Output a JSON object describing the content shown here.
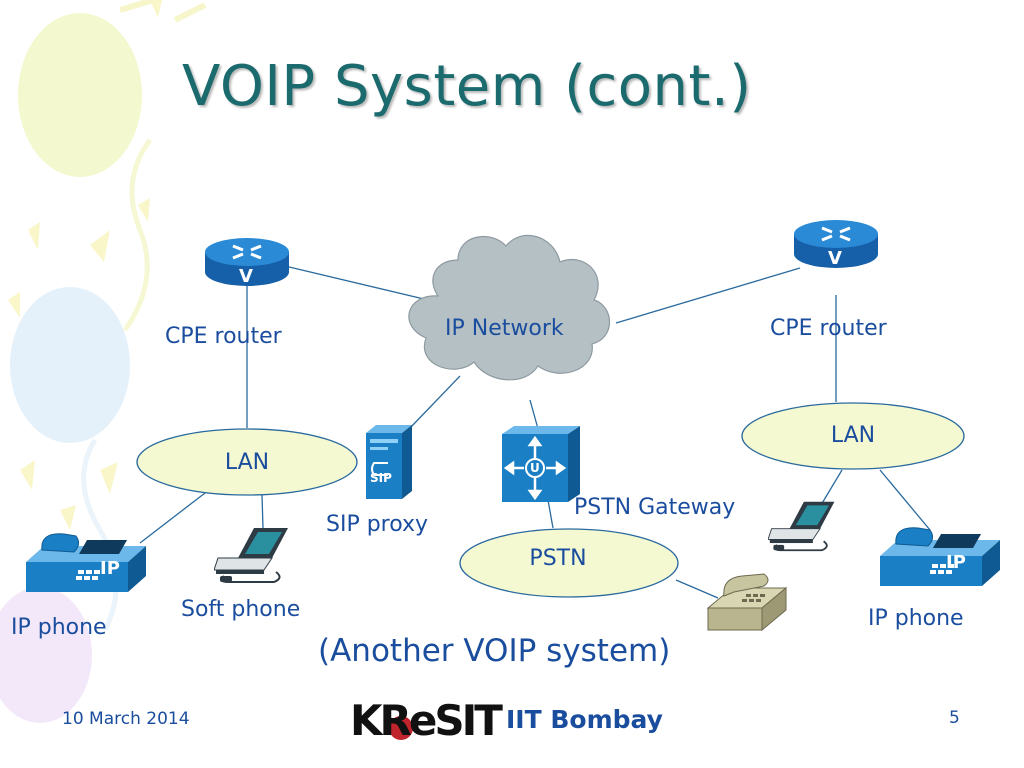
{
  "slide": {
    "title": "VOIP System (cont.)",
    "caption": "(Another VOIP system)",
    "footer": {
      "date": "10 March 2014",
      "org": "IIT Bombay",
      "page": "5",
      "logo_text": "KReSIT"
    }
  },
  "diagram": {
    "ip_network": "IP Network",
    "cpe_router_left": "CPE router",
    "cpe_router_right": "CPE router",
    "router_mark": "V",
    "lan_left": "LAN",
    "lan_right": "LAN",
    "pstn": "PSTN",
    "sip_proxy": "SIP proxy",
    "sip_badge": "SIP",
    "pstn_gateway": "PSTN Gateway",
    "gateway_mark": "U",
    "ip_phone_left": "IP phone",
    "ip_phone_right": "IP phone",
    "ip_badge": "IP",
    "soft_phone": "Soft phone"
  },
  "colors": {
    "title": "#1a6a6e",
    "text": "#1a4d9e",
    "ellipse_fill": "#f4f9d2",
    "ellipse_stroke": "#2a6a9e",
    "cloud_fill": "#b5c0c5",
    "connector": "#2a6a9e",
    "device_blue": "#1a7fc4"
  }
}
